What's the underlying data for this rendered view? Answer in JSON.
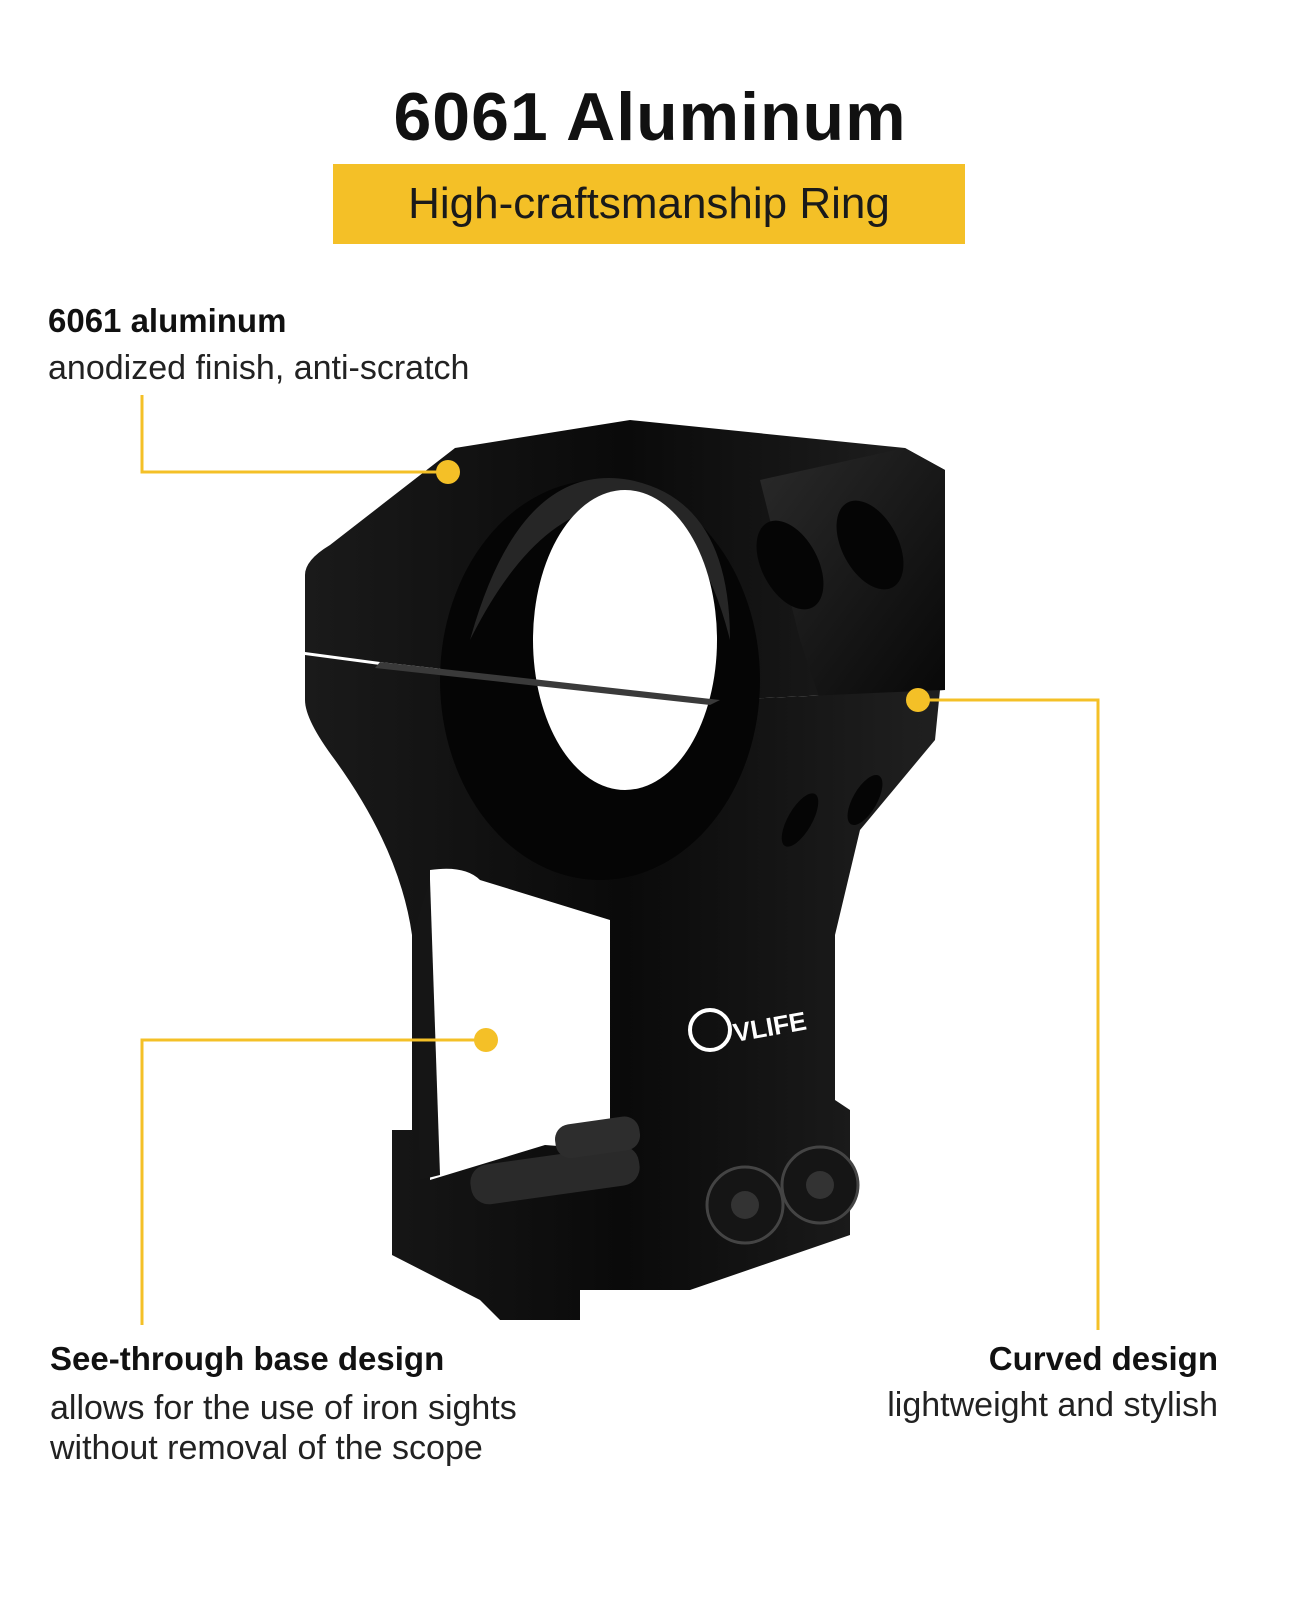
{
  "header": {
    "title": "6061 Aluminum",
    "subtitle": "High-craftsmanship Ring"
  },
  "features": {
    "material": {
      "title": "6061 aluminum",
      "desc": "anodized finish, anti-scratch"
    },
    "base": {
      "title": "See-through base design",
      "desc_line1": "allows for the use of iron sights",
      "desc_line2": "without removal of the scope"
    },
    "curved": {
      "title": "Curved design",
      "desc": "lightweight and stylish"
    }
  },
  "product": {
    "logo_text": "VLIFE"
  },
  "colors": {
    "accent": "#f4c027",
    "product": "#0d0d0d",
    "text": "#111111"
  }
}
